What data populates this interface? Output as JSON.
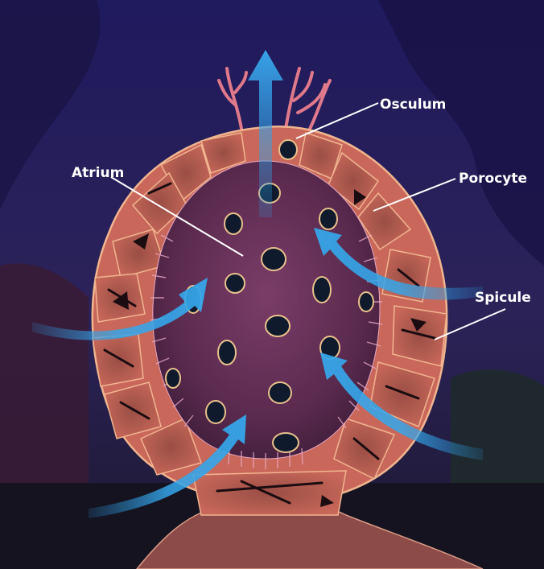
{
  "labels": {
    "osculum": "Osculum",
    "atrium": "Atrium",
    "porocyte": "Porocyte",
    "spicule": "Spicule"
  },
  "colors": {
    "water_top": "#1b1550",
    "water_bottom": "#2a2050",
    "sponge_wall": "#c9685a",
    "sponge_outline": "#f0b58f",
    "atrium": "#5c2b4e",
    "pore": "#0f1a2c",
    "flow_arrow": "#2a9be2",
    "cilia": "#e7a7c3",
    "label": "#ffffff"
  }
}
